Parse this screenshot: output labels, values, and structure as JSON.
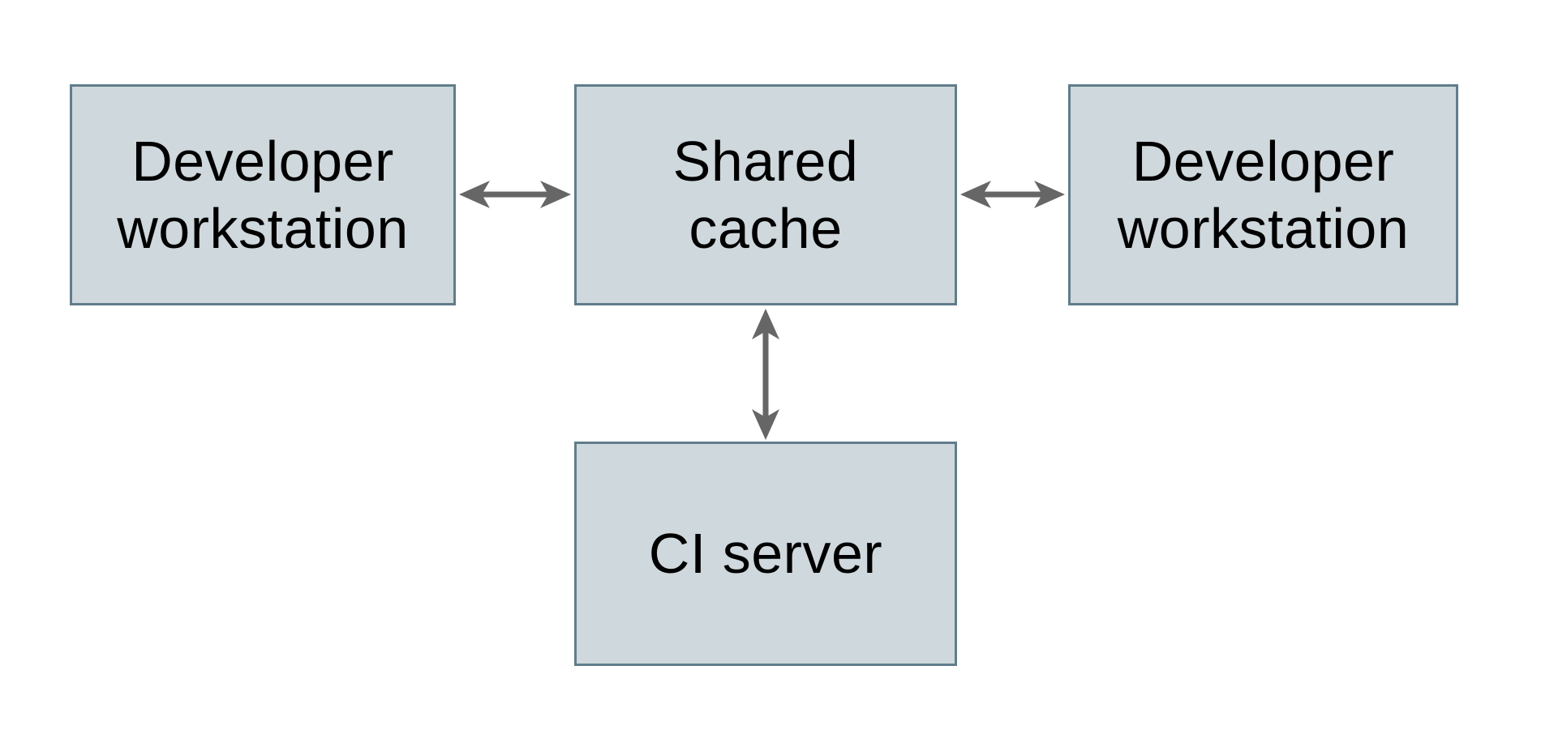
{
  "colors": {
    "background": "#ffffff",
    "node_fill": "#cfd8dc",
    "node_border": "#607d8b",
    "arrow": "#666666",
    "text": "#000000"
  },
  "nodes": {
    "workstation_left": {
      "label": "Developer\nworkstation"
    },
    "shared_cache": {
      "label": "Shared\ncache"
    },
    "workstation_right": {
      "label": "Developer\nworkstation"
    },
    "ci_server": {
      "label": "CI server"
    }
  },
  "edges": [
    {
      "from": "Developer workstation (left)",
      "to": "Shared cache",
      "direction": "bidirectional"
    },
    {
      "from": "Shared cache",
      "to": "Developer workstation (right)",
      "direction": "bidirectional"
    },
    {
      "from": "Shared cache",
      "to": "CI server",
      "direction": "bidirectional"
    }
  ]
}
